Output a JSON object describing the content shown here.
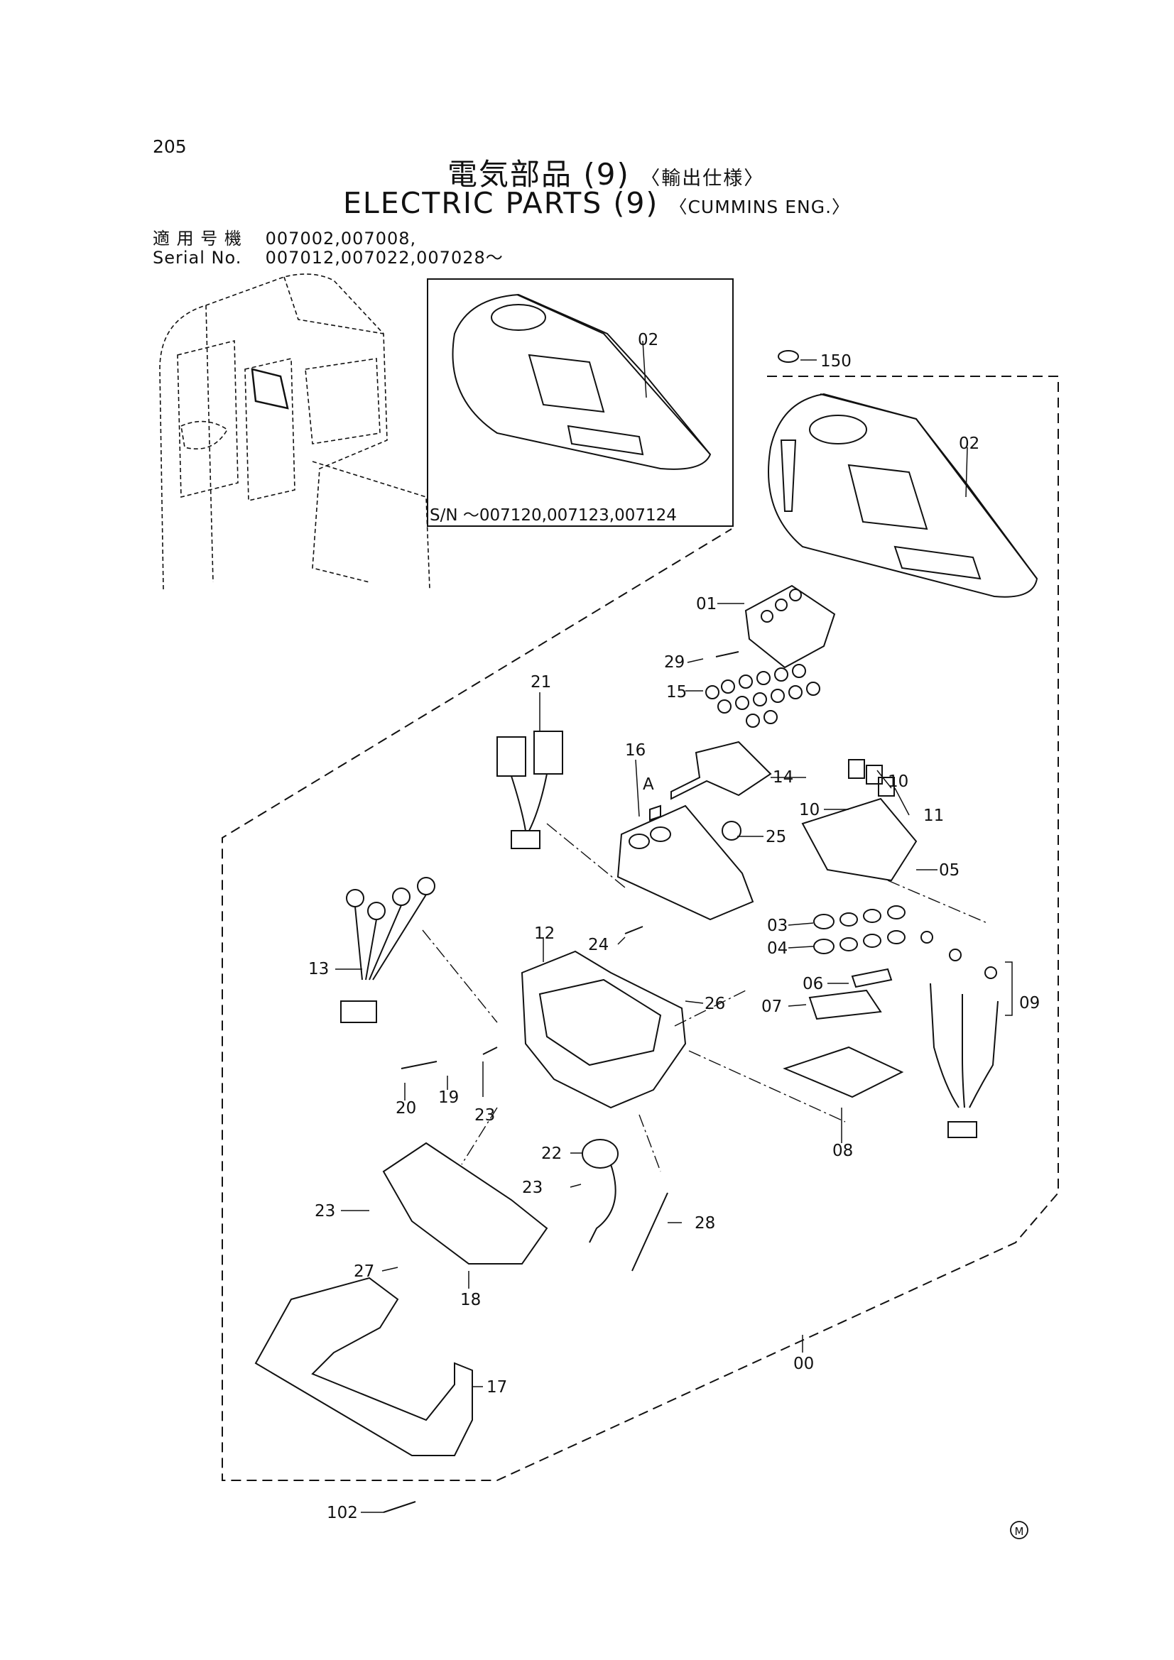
{
  "header": {
    "page_number": "205",
    "title_jp": "電気部品 (9)",
    "title_jp_note": "〈輸出仕様〉",
    "title_en": "ELECTRIC PARTS (9)",
    "title_en_note": "〈CUMMINS ENG.〉",
    "applicable_label": "適 用 号 機",
    "applicable_values": "007002,007008,",
    "serial_label": "Serial No.",
    "serial_values": "007012,007022,007028～"
  },
  "inset": {
    "serial_note": "S/N ～007120,007123,007124",
    "part_label": "02"
  },
  "callouts": {
    "c00": "00",
    "c01": "01",
    "c02": "02",
    "c03": "03",
    "c04": "04",
    "c05": "05",
    "c06": "06",
    "c07": "07",
    "c08": "08",
    "c09": "09",
    "c10a": "10",
    "c10b": "10",
    "c11": "11",
    "c12": "12",
    "c13": "13",
    "c14": "14",
    "c15": "15",
    "c16": "16",
    "cA": "A",
    "c17": "17",
    "c18": "18",
    "c19": "19",
    "c20": "20",
    "c21": "21",
    "c22": "22",
    "c23a": "23",
    "c23b": "23",
    "c23c": "23",
    "c24": "24",
    "c25": "25",
    "c26": "26",
    "c27": "27",
    "c28": "28",
    "c29": "29",
    "c102": "102",
    "c150": "150"
  },
  "footer": {
    "mark": "M"
  }
}
